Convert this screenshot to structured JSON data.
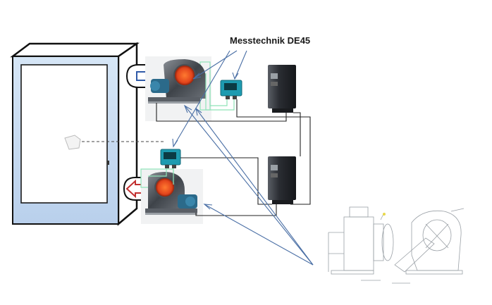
{
  "diagram": {
    "label_text": "Messtechnik DE45",
    "nodes": [
      {
        "id": "room-cabinet",
        "kind": "enclosure"
      },
      {
        "id": "room-sensor",
        "kind": "sensor"
      },
      {
        "id": "fan-top",
        "kind": "centrifugal-fan",
        "flow": "supply"
      },
      {
        "id": "fan-bottom",
        "kind": "centrifugal-fan",
        "flow": "exhaust"
      },
      {
        "id": "de45-top",
        "kind": "pressure-transmitter"
      },
      {
        "id": "de45-bottom",
        "kind": "pressure-transmitter"
      },
      {
        "id": "vfd-top",
        "kind": "frequency-inverter"
      },
      {
        "id": "vfd-bottom",
        "kind": "frequency-inverter"
      },
      {
        "id": "fan-drawing",
        "kind": "technical-drawing"
      }
    ],
    "colors": {
      "cabinet_face": "#c9ddf3",
      "cabinet_frame": "#111111",
      "arrow_line": "#4a6fa5",
      "supply_arrow": "#2f5aa8",
      "exhaust_arrow": "#c23030",
      "fan_red": "#e2441c",
      "device_teal": "#1e9bb0",
      "vfd_body": "#2a2d33",
      "wire": "#222222"
    }
  }
}
